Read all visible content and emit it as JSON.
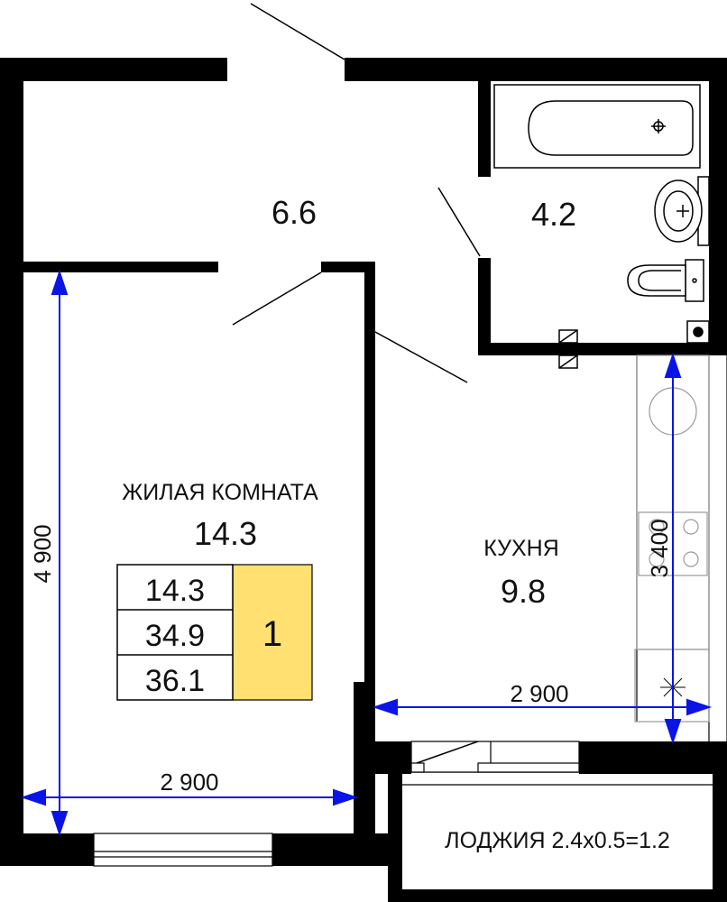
{
  "rooms": {
    "hall": {
      "area": "6.6"
    },
    "bathroom": {
      "area": "4.2"
    },
    "living": {
      "label": "ЖИЛАЯ КОМНАТА",
      "area": "14.3"
    },
    "kitchen": {
      "label": "КУХНЯ",
      "area": "9.8"
    },
    "loggia": {
      "label": "ЛОДЖИЯ 2.4x0.5=1.2"
    }
  },
  "dimensions": {
    "living_height": "4 900",
    "living_width": "2 900",
    "kitchen_width": "2 900",
    "kitchen_height": "3 400"
  },
  "summary": {
    "living_area": "14.3",
    "total_area": "34.9",
    "total_with_loggia": "36.1",
    "rooms_count": "1"
  },
  "colors": {
    "wall": "#000000",
    "dimension": "#0a14e6",
    "rooms_badge": "#ffe070"
  }
}
